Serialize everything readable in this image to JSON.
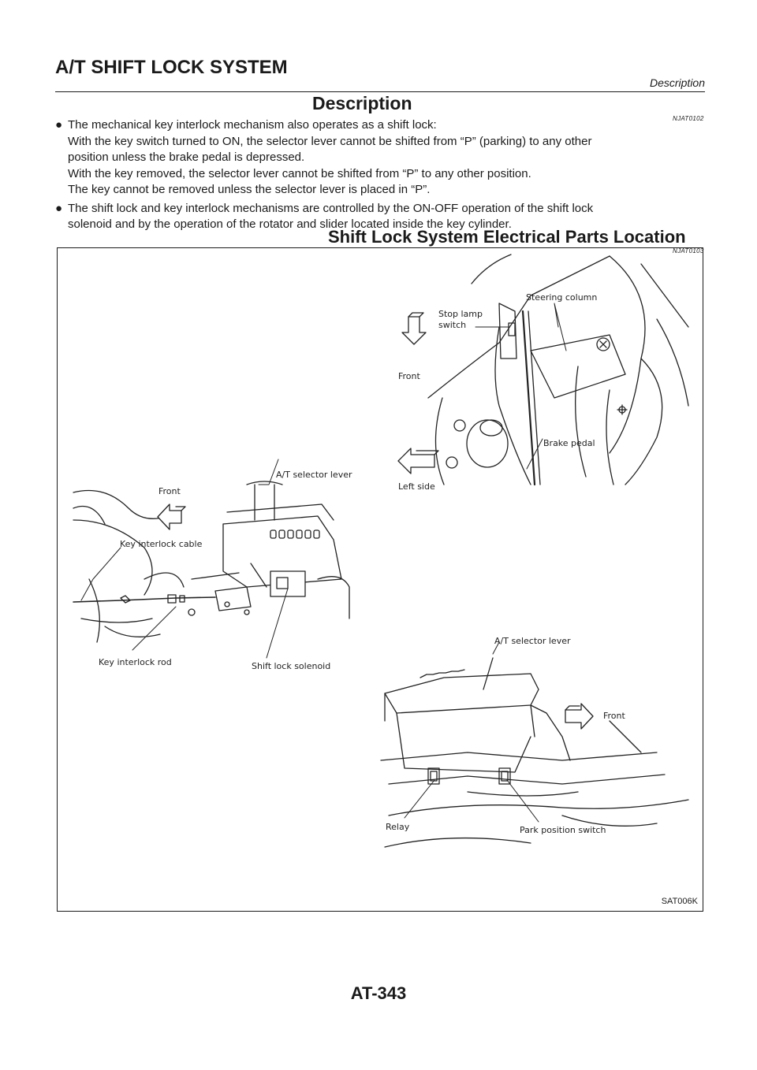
{
  "header": {
    "title": "A/T SHIFT LOCK SYSTEM",
    "subtitle": "Description"
  },
  "description": {
    "title": "Description",
    "code": "NJAT0102",
    "bullet_char": "●",
    "bullets": [
      {
        "lines": [
          "The mechanical key interlock mechanism also operates as a shift lock:",
          "With the key switch turned to ON, the selector lever cannot be shifted from “P” (parking) to any other",
          "position unless the brake pedal is depressed.",
          "With the key removed, the selector lever cannot be shifted from “P” to any other position.",
          "The key cannot be removed unless the selector lever is placed in “P”."
        ]
      },
      {
        "lines": [
          "The shift lock and key interlock mechanisms are controlled by the ON-OFF operation of the shift lock",
          "solenoid and by the operation of the rotator and slider located inside the key cylinder."
        ]
      }
    ]
  },
  "location": {
    "title": "Shift Lock System Electrical Parts Location",
    "code": "NJAT0103"
  },
  "figure": {
    "code": "SAT006K",
    "labels": {
      "steering_column": "Steering column",
      "stop_lamp_switch_1": "Stop lamp",
      "stop_lamp_switch_2": "switch",
      "front_top": "Front",
      "brake_pedal": "Brake pedal",
      "left_side": "Left side",
      "front_left": "Front",
      "selector_lever_left": "A/T selector lever",
      "key_interlock_cable": "Key interlock cable",
      "key_interlock_rod": "Key interlock rod",
      "shift_lock_solenoid": "Shift lock solenoid",
      "selector_lever_bottom": "A/T selector lever",
      "front_bottom": "Front",
      "relay": "Relay",
      "park_position_switch": "Park position switch"
    }
  },
  "footer": {
    "page_number": "AT-343"
  }
}
